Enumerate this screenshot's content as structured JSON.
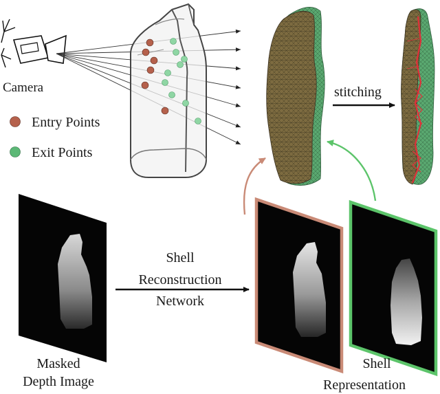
{
  "labels": {
    "camera": "Camera",
    "entry_points": "Entry Points",
    "exit_points": "Exit Points",
    "stitching": "stitching",
    "network_line1": "Shell",
    "network_line2": "Reconstruction",
    "network_line3": "Network",
    "masked_line1": "Masked",
    "masked_line2": "Depth Image",
    "shell_line1": "Shell",
    "shell_line2": "Representation"
  },
  "colors": {
    "entry_point": "#b5614c",
    "exit_point": "#5cb876",
    "entry_frame": "#c98a76",
    "exit_frame": "#5cc46a",
    "mesh_brown": "#7a6a3e",
    "mesh_green": "#4a9a64",
    "seam_red": "#e0303a"
  }
}
